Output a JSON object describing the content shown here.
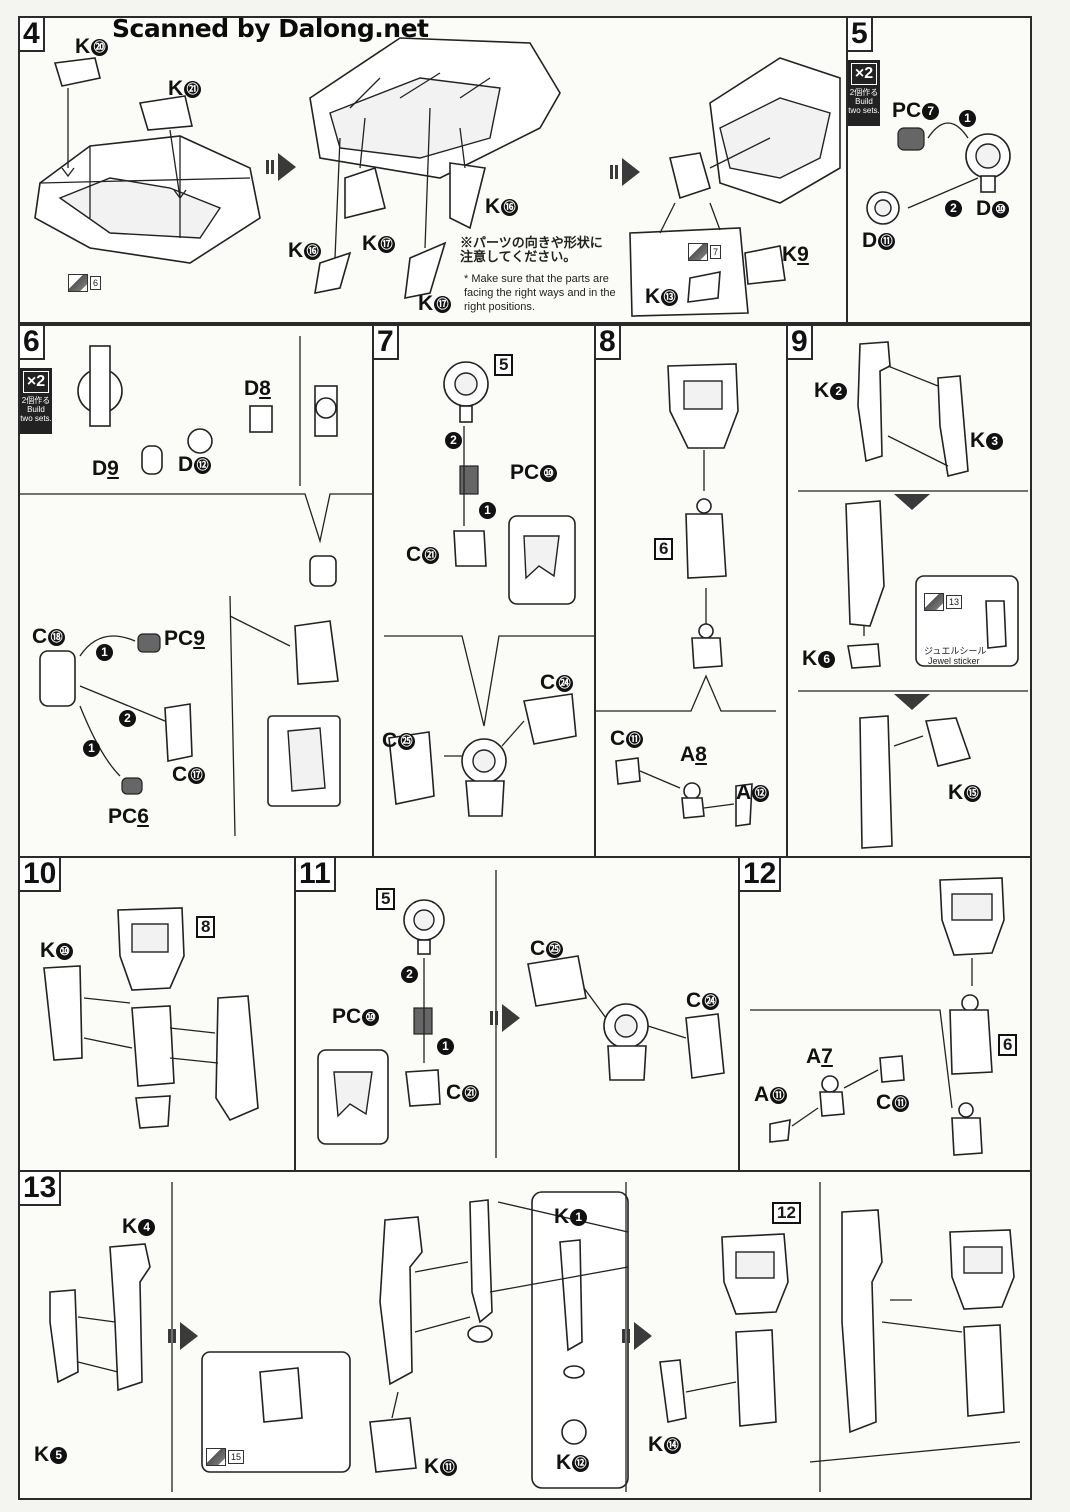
{
  "watermark": "Scanned by Dalong.net",
  "steps": {
    "s4": {
      "num": "4"
    },
    "s5": {
      "num": "5",
      "count": "×2",
      "count_jp": "2個作る",
      "count_en": "Build two sets."
    },
    "s6": {
      "num": "6",
      "count": "×2",
      "count_jp": "2個作る",
      "count_en": "Build two sets."
    },
    "s7": {
      "num": "7"
    },
    "s8": {
      "num": "8"
    },
    "s9": {
      "num": "9"
    },
    "s10": {
      "num": "10"
    },
    "s11": {
      "num": "11"
    },
    "s12": {
      "num": "12"
    },
    "s13": {
      "num": "13"
    }
  },
  "labels": {
    "k20": "K",
    "k20n": "⑳",
    "k21": "K",
    "k21n": "㉑",
    "k16a": "K",
    "k16an": "⑯",
    "k16b": "K",
    "k16bn": "⑯",
    "k17a": "K",
    "k17an": "⑰",
    "k17b": "K",
    "k17bn": "⑰",
    "k9": "K",
    "k9n": "9",
    "k13": "K",
    "k13n": "⑬",
    "pc7": "PC",
    "pc7n": "7",
    "d10": "D",
    "d10n": "⑩",
    "d11": "D",
    "d11n": "⑪",
    "d8": "D",
    "d8n": "8",
    "d9": "D",
    "d9n": "9",
    "d12": "D",
    "d12n": "⑫",
    "c18": "C",
    "c18n": "⑱",
    "pc9": "PC",
    "pc9n": "9",
    "c17": "C",
    "c17n": "⑰",
    "pc6": "PC",
    "pc6n": "6",
    "pc10a": "PC",
    "pc10an": "⑩",
    "c21a": "C",
    "c21an": "㉑",
    "c24a": "C",
    "c24an": "㉔",
    "c25a": "C",
    "c25an": "㉕",
    "c11a": "C",
    "c11an": "⑪",
    "a8": "A",
    "a8n": "8",
    "a12a": "A",
    "a12an": "⑫",
    "k2": "K",
    "k2n": "2",
    "k3": "K",
    "k3n": "3",
    "k6": "K",
    "k6n": "6",
    "k15": "K",
    "k15n": "⑮",
    "k10": "K",
    "k10n": "⑩",
    "pc10b": "PC",
    "pc10bn": "⑩",
    "c21b": "C",
    "c21bn": "㉑",
    "c25b": "C",
    "c25bn": "㉕",
    "c24b": "C",
    "c24bn": "㉔",
    "a7": "A",
    "a7n": "7",
    "a11": "A",
    "a11n": "⑪",
    "c11b": "C",
    "c11bn": "⑪",
    "k4": "K",
    "k4n": "4",
    "k5": "K",
    "k5n": "5",
    "k1": "K",
    "k1n": "1",
    "k11": "K",
    "k11n": "⑪",
    "k12": "K",
    "k12n": "⑫",
    "k14": "K",
    "k14n": "⑭"
  },
  "order": {
    "o1": "1",
    "o2": "2"
  },
  "refs": {
    "r5a": "5",
    "r6a": "6",
    "r8": "8",
    "r5b": "5",
    "r6b": "6",
    "r12": "12"
  },
  "stickers": {
    "st6": "6",
    "st7": "7",
    "st13": "13",
    "st15": "15"
  },
  "notes": {
    "jp": "※パーツの向きや形状に注意してください。",
    "en": "* Make sure that the parts are facing the right ways and in the right positions.",
    "jewel_jp": "ジュエルシール",
    "jewel_en": "Jewel sticker"
  }
}
